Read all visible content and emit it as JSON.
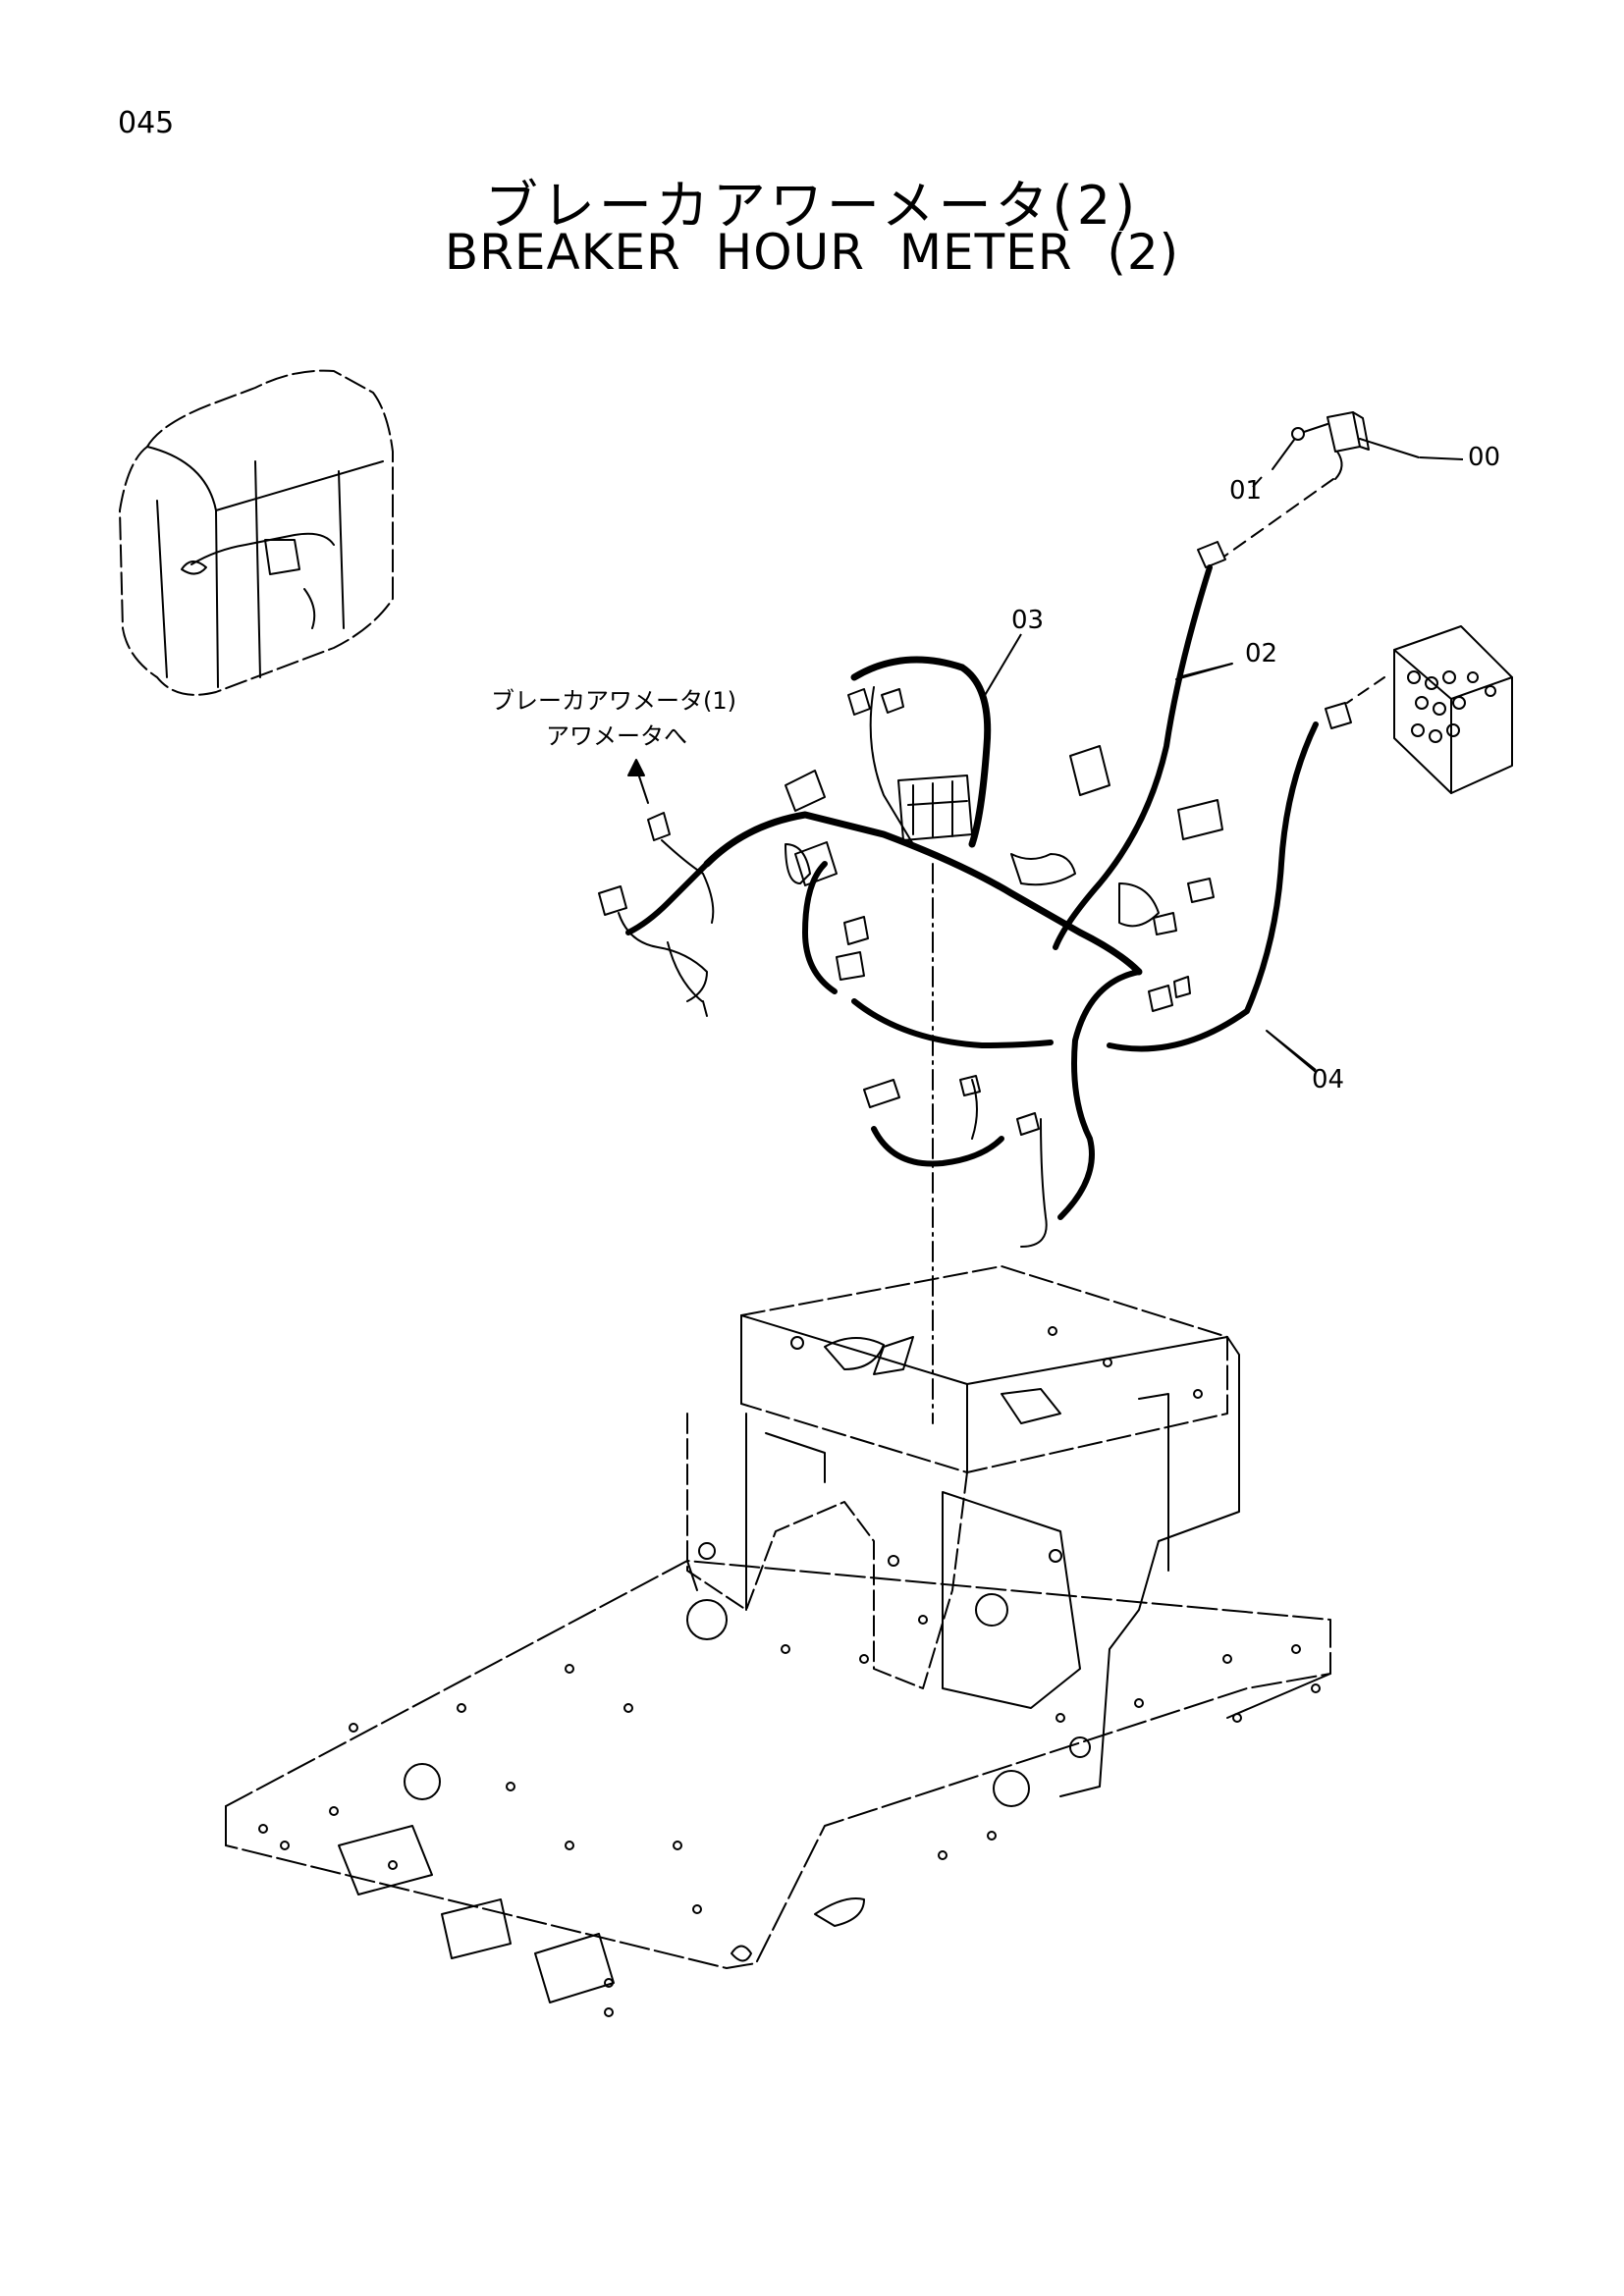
{
  "page_number": "045",
  "title_jp": "ブレーカアワーメータ(2)",
  "title_en": "BREAKER   HOUR   METER (2)",
  "callouts": [
    {
      "id": "00",
      "label": "00"
    },
    {
      "id": "01",
      "label": "01"
    },
    {
      "id": "02",
      "label": "02"
    },
    {
      "id": "03",
      "label": "03"
    },
    {
      "id": "04",
      "label": "04"
    }
  ],
  "note": {
    "line1": "ブレーカアワメータ(1)",
    "line2": "アワメータへ"
  }
}
